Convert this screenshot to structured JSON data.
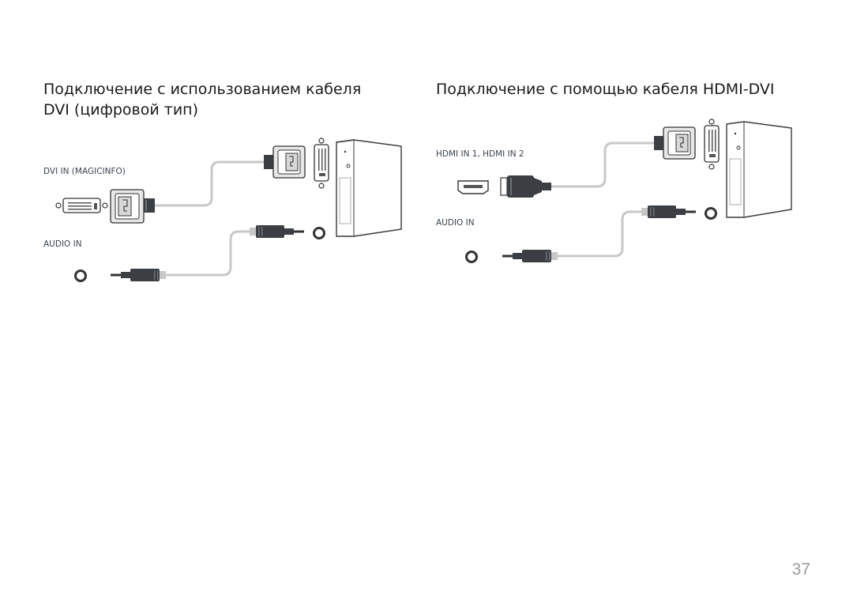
{
  "left_section": {
    "title": "Подключение с использованием кабеля DVI (цифровой тип)",
    "port_labels": [
      "DVI IN (MAGICINFO)",
      "AUDIO IN"
    ]
  },
  "right_section": {
    "title": "Подключение с помощью кабеля HDMI-DVI",
    "port_labels": [
      "HDMI IN 1, HDMI IN 2",
      "AUDIO IN"
    ]
  },
  "page_number": "37",
  "colors": {
    "connector_dark": "#3b3f44",
    "cable": "#c8c8c8",
    "outline": "#3a3a3a"
  }
}
